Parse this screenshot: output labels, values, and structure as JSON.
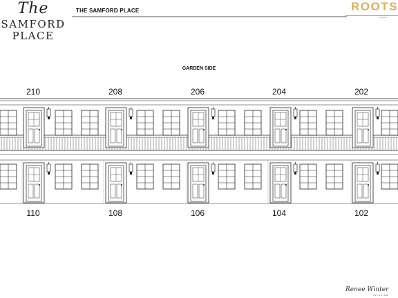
{
  "branding": {
    "logo_line1": "The",
    "logo_line2": "SAMFORD",
    "logo_line3": "PLACE",
    "company": "ROOTS"
  },
  "header": {
    "title": "THE SAMFORD PLACE"
  },
  "section_label": "GARDEN SIDE",
  "upper_units": [
    "210",
    "208",
    "206",
    "204",
    "202"
  ],
  "lower_units": [
    "110",
    "108",
    "106",
    "104",
    "102"
  ],
  "signature": {
    "name": "Renee Winter",
    "sub": "INTERIOR"
  }
}
